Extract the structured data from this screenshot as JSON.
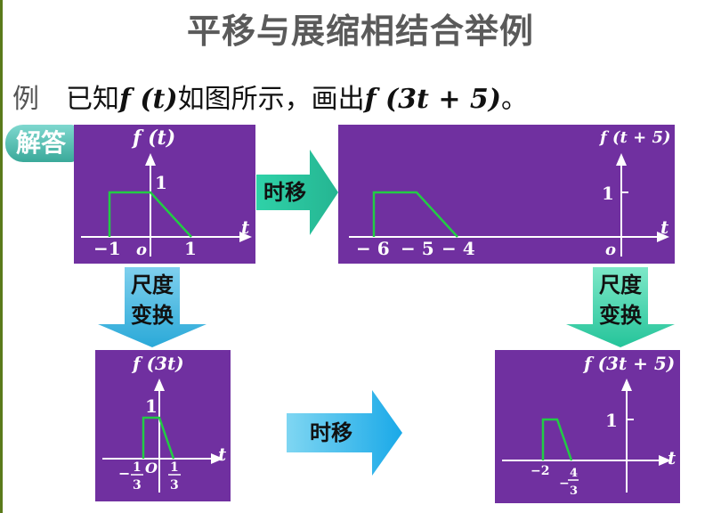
{
  "title": "平移与展缩相结合举例",
  "problem": {
    "label": "例",
    "text_before": "已知",
    "given_f": "f (t)",
    "text_middle": "如图所示，画出",
    "target_f": "f (3t + 5)",
    "end": "。"
  },
  "badge": "解答",
  "arrows": {
    "shift_top": "时移",
    "scale_left": [
      "尺度",
      "变换"
    ],
    "scale_right": [
      "尺度",
      "变换"
    ],
    "shift_bottom": "时移"
  },
  "colors": {
    "panel": "#7030a0",
    "signal": "#22cc44",
    "axis": "#ffffff",
    "arrow_top": "#2fd2a8",
    "arrow_scale": "#2aa9d8",
    "arrow_bottom": "#1aa9e8"
  },
  "panels": {
    "ft": {
      "ylabel": "f (t)",
      "xlabel": "t",
      "xticks": [
        "−1",
        "o",
        "1"
      ],
      "ytick": "1",
      "signal_x": [
        -1,
        -1,
        0,
        1
      ],
      "signal_y": [
        0,
        1,
        1,
        0
      ]
    },
    "ft5": {
      "ylabel": "f (t + 5)",
      "xlabel": "t",
      "xticks": [
        "− 6",
        "− 5",
        "− 4",
        "o"
      ],
      "ytick": "1",
      "signal_x": [
        -6,
        -6,
        -5,
        -4
      ],
      "signal_y": [
        0,
        1,
        1,
        0
      ]
    },
    "f3t": {
      "ylabel": "f (3t)",
      "xlabel": "t",
      "xticks": [
        "−",
        "1",
        "3",
        "O",
        "1",
        "3"
      ],
      "ytick": "1",
      "signal_x": [
        -0.3333,
        -0.3333,
        0,
        0.3333
      ],
      "signal_y": [
        0,
        1,
        1,
        0
      ]
    },
    "f3t5": {
      "ylabel": "f (3t + 5)",
      "xlabel": "t",
      "xticks": [
        "−2",
        "−",
        "4",
        "3"
      ],
      "ytick": "1",
      "signal_x": [
        -2,
        -2,
        -1.6667,
        -1.3333
      ],
      "signal_y": [
        0,
        1,
        1,
        0
      ]
    }
  }
}
